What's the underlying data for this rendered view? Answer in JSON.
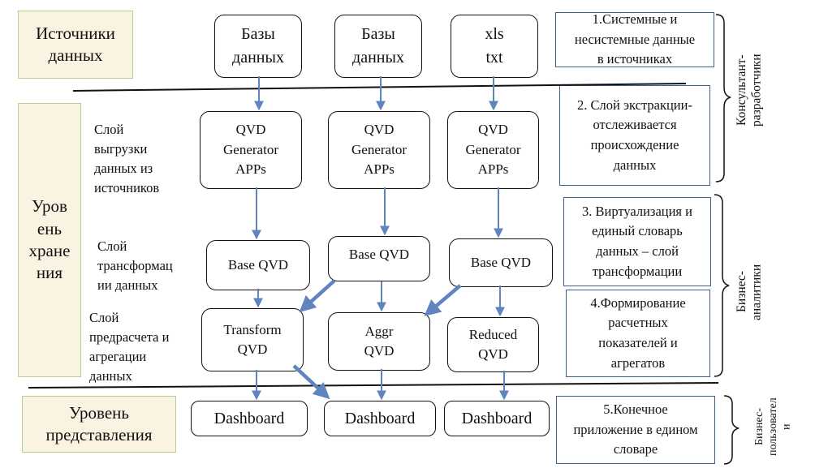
{
  "levels": {
    "sources": "Источники\nданных",
    "storage": "Уров\nень\nхране\nния",
    "presentation": "Уровень\nпредставления"
  },
  "sublayers": {
    "extract": "Слой\nвыгрузки\nданных из\nисточников",
    "transform": "Слой\nтрансформац\nии данных",
    "calc": "Слой\nпредрасчета и\nагрегации\nданных"
  },
  "sources": [
    "Базы\nданных",
    "Базы\nданных",
    "xls\ntxt"
  ],
  "qvd_generators": [
    "QVD\nGenerator\nAPPs",
    "QVD\nGenerator\nAPPs",
    "QVD\nGenerator\nAPPs"
  ],
  "base_qvd": [
    "Base QVD",
    "Base QVD",
    "Base QVD"
  ],
  "derived_qvd": [
    "Transform\nQVD",
    "Aggr\nQVD",
    "Reduced\nQVD"
  ],
  "dashboards": [
    "Dashboard",
    "Dashboard",
    "Dashboard"
  ],
  "notes": [
    "1.Системные и\nнесистемные данные\nв источниках",
    "2. Слой экстракции-\nотслеживается\nпроисхождение\nданных",
    "3. Виртуализация и\nединый словарь\nданных – слой\nтрансформации",
    "4.Формирование\nрасчетных\nпоказателей и\nагрегатов",
    "5.Конечное\nприложение в едином\nсловаре"
  ],
  "roles": {
    "developers": "Консультант-\nразработчики",
    "analysts": "Бизнес-\nаналитики",
    "users": "Бизнес-\nпользовател\nи"
  },
  "colors": {
    "arrow": "#5f84c0",
    "note_border": "#3f5e8f",
    "level_fill": "#fbf3e1",
    "level_border": "#b9cf8e"
  }
}
